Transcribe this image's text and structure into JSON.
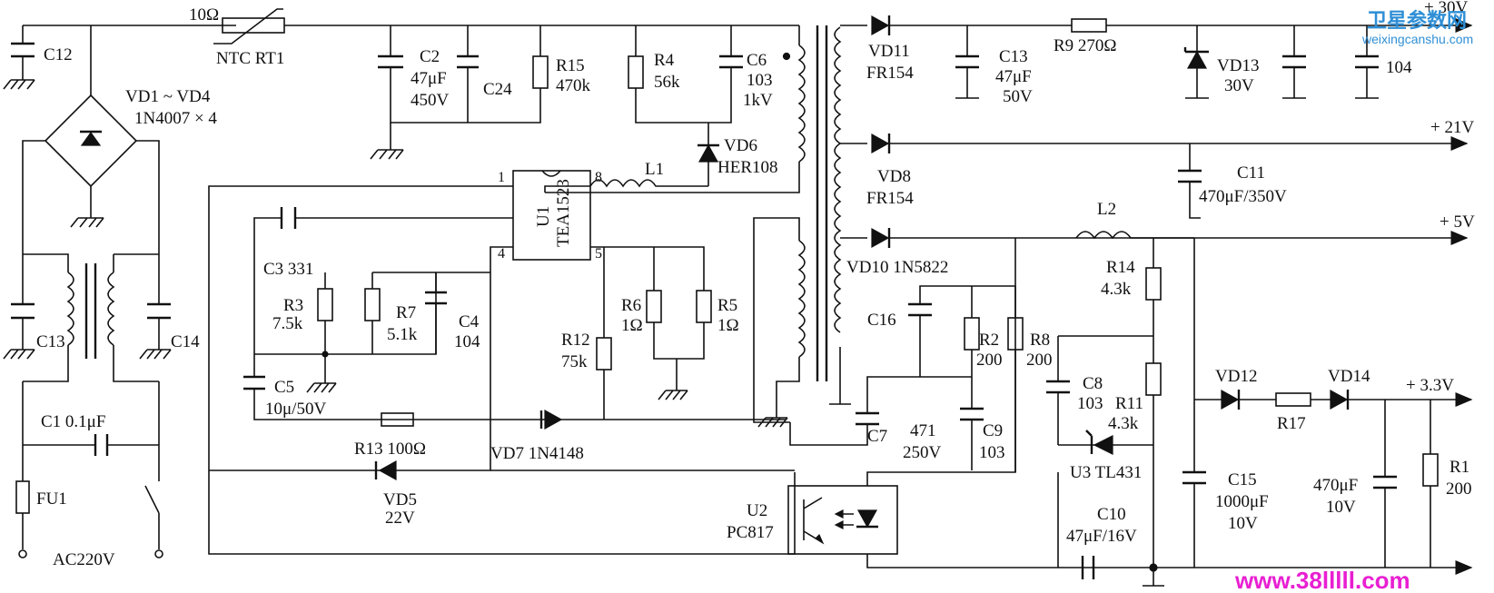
{
  "labels": {
    "c12": "C12",
    "rt1_value": "10Ω",
    "rt1": "NTC RT1",
    "bridge": "VD1 ~ VD4",
    "bridge_part": "1N4007 × 4",
    "c13_in": "C13",
    "c14": "C14",
    "c1": "C1 0.1μF",
    "fu1": "FU1",
    "ac": "AC220V",
    "c2": "C2",
    "c2_cap": "47μF",
    "c2_volt": "450V",
    "c24": "C24",
    "r15": "R15",
    "r15_val": "470k",
    "r4": "R4",
    "r4_val": "56k",
    "c6": "C6",
    "c6_val": "103",
    "c6_volt": "1kV",
    "vd6": "VD6",
    "vd6_part": "HER108",
    "l1": "L1",
    "u1": "U1",
    "u1_part": "TEA1523",
    "pin1": "1",
    "pin4": "4",
    "pin5": "5",
    "pin8": "8",
    "c3": "C3  331",
    "r3": "R3",
    "r3_val": "7.5k",
    "r7": "R7",
    "r7_val": "5.1k",
    "c4": "C4",
    "c4_val": "104",
    "c5": "C5",
    "c5_val": "10μ/50V",
    "r12": "R12",
    "r12_val": "75k",
    "r6": "R6",
    "r6_val": "1Ω",
    "r5": "R5",
    "r5_val": "1Ω",
    "r13": "R13  100Ω",
    "vd7": "VD7  1N4148",
    "vd5": "VD5",
    "vd5_val": "22V",
    "u2": "U2",
    "u2_part": "PC817",
    "vd11": "VD11",
    "vd11_part": "FR154",
    "c13_out": "C13",
    "c13_cap": "47μF",
    "c13_volt": "50V",
    "r9": "R9  270Ω",
    "vd13": "VD13",
    "vd13_val": "30V",
    "cap104": "104",
    "out30": "+ 30V",
    "out21": "+ 21V",
    "vd8": "VD8",
    "vd8_part": "FR154",
    "c11": "C11",
    "c11_val": "470μF/350V",
    "l2": "L2",
    "out5": "+ 5V",
    "vd10": "VD10  1N5822",
    "c16": "C16",
    "r2": "R2",
    "r2_val": "200",
    "r8": "R8",
    "r8_val": "200",
    "r14": "R14",
    "r14_val": "4.3k",
    "c8": "C8",
    "c8_val": "103",
    "r11": "R11",
    "r11_val": "4.3k",
    "u3": "U3  TL431",
    "c7": "C7",
    "c7_val": "471",
    "c7_volt": "250V",
    "c9": "C9",
    "c9_val": "103",
    "c10": "C10",
    "c10_val": "47μF/16V",
    "c15": "C15",
    "c15_cap": "1000μF",
    "c15_volt": "10V",
    "vd12": "VD12",
    "r17": "R17",
    "vd14": "VD14",
    "out33": "+ 3.3V",
    "cap470": "470μF",
    "cap470_volt": "10V",
    "r1": "R1",
    "r1_val": "200"
  },
  "watermark": {
    "top_cn": "卫星参数网",
    "top_url": "weixingcanshu.com",
    "bottom_url": "www.38lllll.com"
  },
  "colors": {
    "line": "#111111",
    "watermark_blue": "#2f8fd6",
    "watermark_magenta": "#e81fd2"
  }
}
